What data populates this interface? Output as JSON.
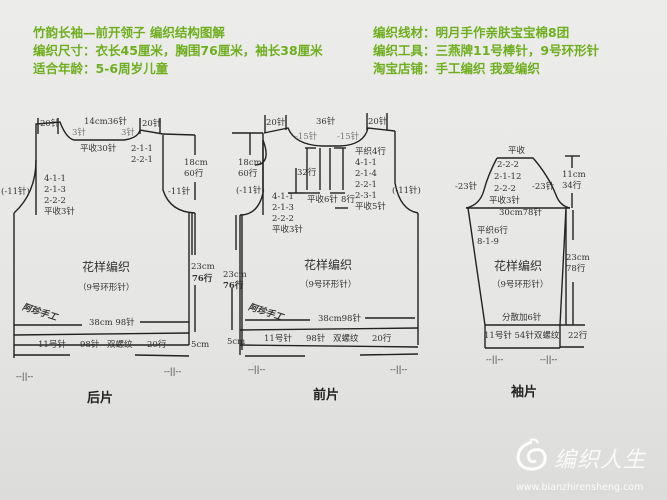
{
  "header": {
    "left": [
      "竹韵长袖—前开领子 编织结构图解",
      "编织尺寸：衣长45厘米，胸围76厘米，袖长38厘米",
      "适合年龄：5-6周岁儿童"
    ],
    "right": [
      "编织线材：明月手作亲肤宝宝棉8团",
      "编织工具：三燕牌11号棒针，9号环形针",
      "淘宝店铺：手工编织 我爱编织"
    ],
    "text_color": "#6fae1e"
  },
  "back_piece": {
    "title": "后片",
    "shoulder_left": "20针",
    "shoulder_right": "20针",
    "neck_width": "14cm36针",
    "neck_dec_left": "3针",
    "neck_dec_right": "3针",
    "neck_bind": "平收30针",
    "neck_rule_1": "2-1-1",
    "neck_rule_2": "2-2-1",
    "armhole_height_cm": "18cm",
    "armhole_height_rows": "60行",
    "armhole_dec_left": "(-11针)",
    "armhole_dec_right": "-11针",
    "armhole_rules": [
      "4-1-1",
      "2-1-3",
      "2-2-2",
      "平收3针"
    ],
    "pattern_name": "花样编织",
    "pattern_needle": "（9号环形针）",
    "body_height_cm": "23cm",
    "body_height_rows": "76行",
    "width": "38cm  98针",
    "ribbing": [
      "11号针",
      "98针",
      "双螺纹",
      "20行"
    ],
    "ribbing_height": "5cm",
    "symmetry_marks": [
      "--||--",
      "--||--"
    ],
    "signature": "阿珍手工"
  },
  "front_piece": {
    "title": "前片",
    "shoulder_left": "20针",
    "shoulder_right": "20针",
    "neck_width": "36针",
    "neck_dec_left": "-15针",
    "neck_dec_right": "-15针",
    "placket_height": "32行",
    "placket_bind": "平收6针",
    "placket_rows": "8行",
    "neck_rules": [
      "平织4行",
      "4-1-1",
      "2-1-4",
      "2-2-1",
      "2-3-1",
      "平收5针"
    ],
    "armhole_height_cm": "18cm",
    "armhole_height_rows": "60行",
    "armhole_dec_left": "(-11针)",
    "armhole_dec_right": "(-11针)",
    "armhole_rules": [
      "4-1-1",
      "2-1-3",
      "2-2-2",
      "平收3针"
    ],
    "pattern_name": "花样编织",
    "pattern_needle": "（9号环形针）",
    "body_height_cm": "23cm",
    "body_height_rows": "76行",
    "width": "38cm98针",
    "ribbing": [
      "11号针",
      "98针",
      "双螺纹",
      "20行"
    ],
    "ribbing_height": "5cm",
    "symmetry_marks": [
      "--||--",
      "--||--"
    ],
    "signature": "阿珍手工"
  },
  "sleeve_piece": {
    "title": "袖片",
    "top_bind": "平收",
    "cap_rules": [
      "2-2-2",
      "2-1-12",
      "2-2-2",
      "平收3针"
    ],
    "cap_dec_left": "-23针",
    "cap_dec_right": "-23针",
    "cap_height_cm": "11cm",
    "cap_height_rows": "34行",
    "width": "30cm78针",
    "increase_rules": [
      "平织6行",
      "8-1-9"
    ],
    "pattern_name": "花样编织",
    "pattern_needle": "（9号环形针）",
    "body_height_cm": "23cm",
    "body_height_rows": "78行",
    "increase_note": "分散加6针",
    "ribbing": "11号针 54针双螺纹",
    "ribbing_rows": "22行",
    "symmetry_marks": [
      "--||--",
      "--||--"
    ]
  },
  "watermark": {
    "name": "编织人生",
    "url": "www.bianzhirensheng.com"
  }
}
